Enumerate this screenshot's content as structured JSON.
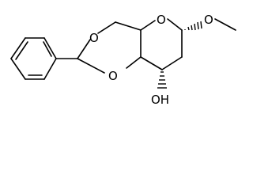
{
  "structure": {
    "atoms": {
      "ring_oxygen": "O",
      "acetal_oxygen_top": "O",
      "acetal_oxygen_bottom": "O",
      "methoxy_oxygen": "O",
      "hydroxyl": "OH"
    }
  }
}
